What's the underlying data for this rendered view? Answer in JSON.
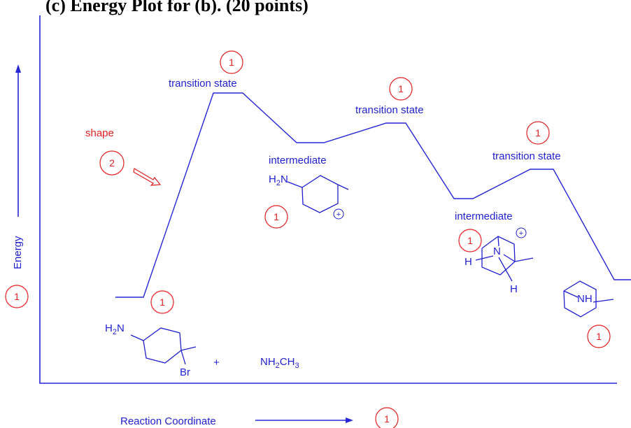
{
  "title": "(c) Energy Plot for (b). (20 points)",
  "axes": {
    "y_label": "Energy",
    "x_label": "Reaction Coordinate"
  },
  "labels": {
    "ts1": "transition state",
    "ts2": "transition state",
    "ts3": "transition state",
    "int1": "intermediate",
    "int2": "intermediate",
    "shape": "shape"
  },
  "score_marks": {
    "ts1": "1",
    "ts2": "1",
    "ts3": "1",
    "shape": "2",
    "reactant": "1",
    "int1": "1",
    "int2": "1",
    "product": "1",
    "energy": "1",
    "reaction_coordinate": "1"
  },
  "chemistry": {
    "reactant_amine": "H2N",
    "reactant_br": "Br",
    "plus": "+",
    "reagent": "NH2CH3",
    "int1_amine": "H2N",
    "int1_charge": "+",
    "int2_n": "N",
    "int2_h1": "H",
    "int2_h2": "H",
    "int2_charge": "+",
    "product_nh": "NH"
  },
  "colors": {
    "curve": "#2626d8",
    "annotation": "#e02020",
    "text": "#1f1fd0"
  }
}
